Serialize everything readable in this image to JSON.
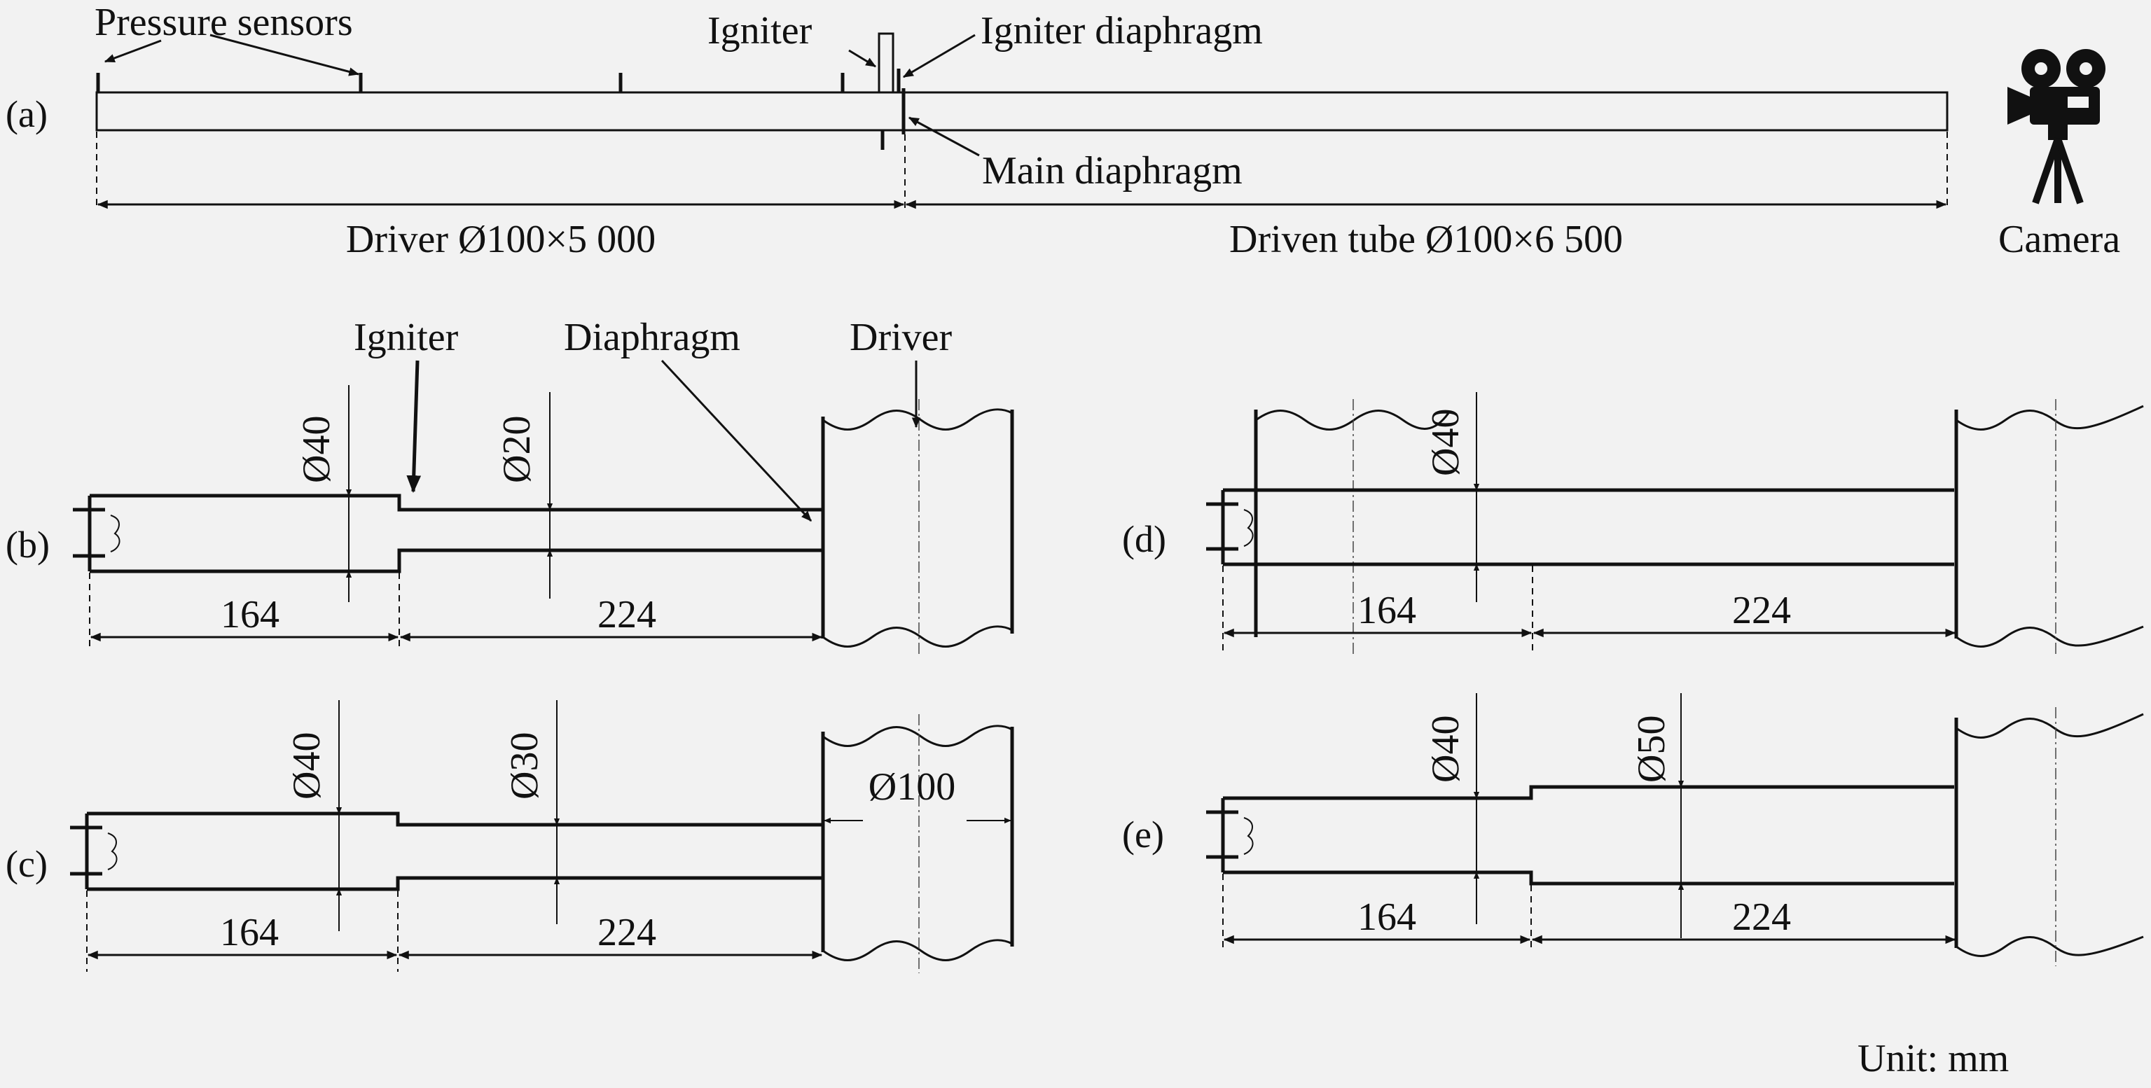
{
  "colors": {
    "background": "#f2f2f2",
    "ink": "#111111"
  },
  "panel_a": {
    "tag": "(a)",
    "pressure_sensors": "Pressure sensors",
    "igniter": "Igniter",
    "igniter_diaphragm": "Igniter diaphragm",
    "main_diaphragm": "Main diaphragm",
    "driver_dim": "Driver Ø100×5 000",
    "driven_dim": "Driven tube Ø100×6 500",
    "camera": "Camera",
    "camera_icon": "movie-camera-icon"
  },
  "panel_b": {
    "tag": "(b)",
    "igniter": "Igniter",
    "diaphragm": "Diaphragm",
    "driver": "Driver",
    "dia1": "Ø40",
    "dia2": "Ø20",
    "len1": "164",
    "len2": "224"
  },
  "panel_c": {
    "tag": "(c)",
    "dia1": "Ø40",
    "dia2": "Ø30",
    "dia_driver": "Ø100",
    "len1": "164",
    "len2": "224"
  },
  "panel_d": {
    "tag": "(d)",
    "dia1": "Ø40",
    "len1": "164",
    "len2": "224"
  },
  "panel_e": {
    "tag": "(e)",
    "dia1": "Ø40",
    "dia2": "Ø50",
    "len1": "164",
    "len2": "224"
  },
  "unit": "Unit: mm"
}
